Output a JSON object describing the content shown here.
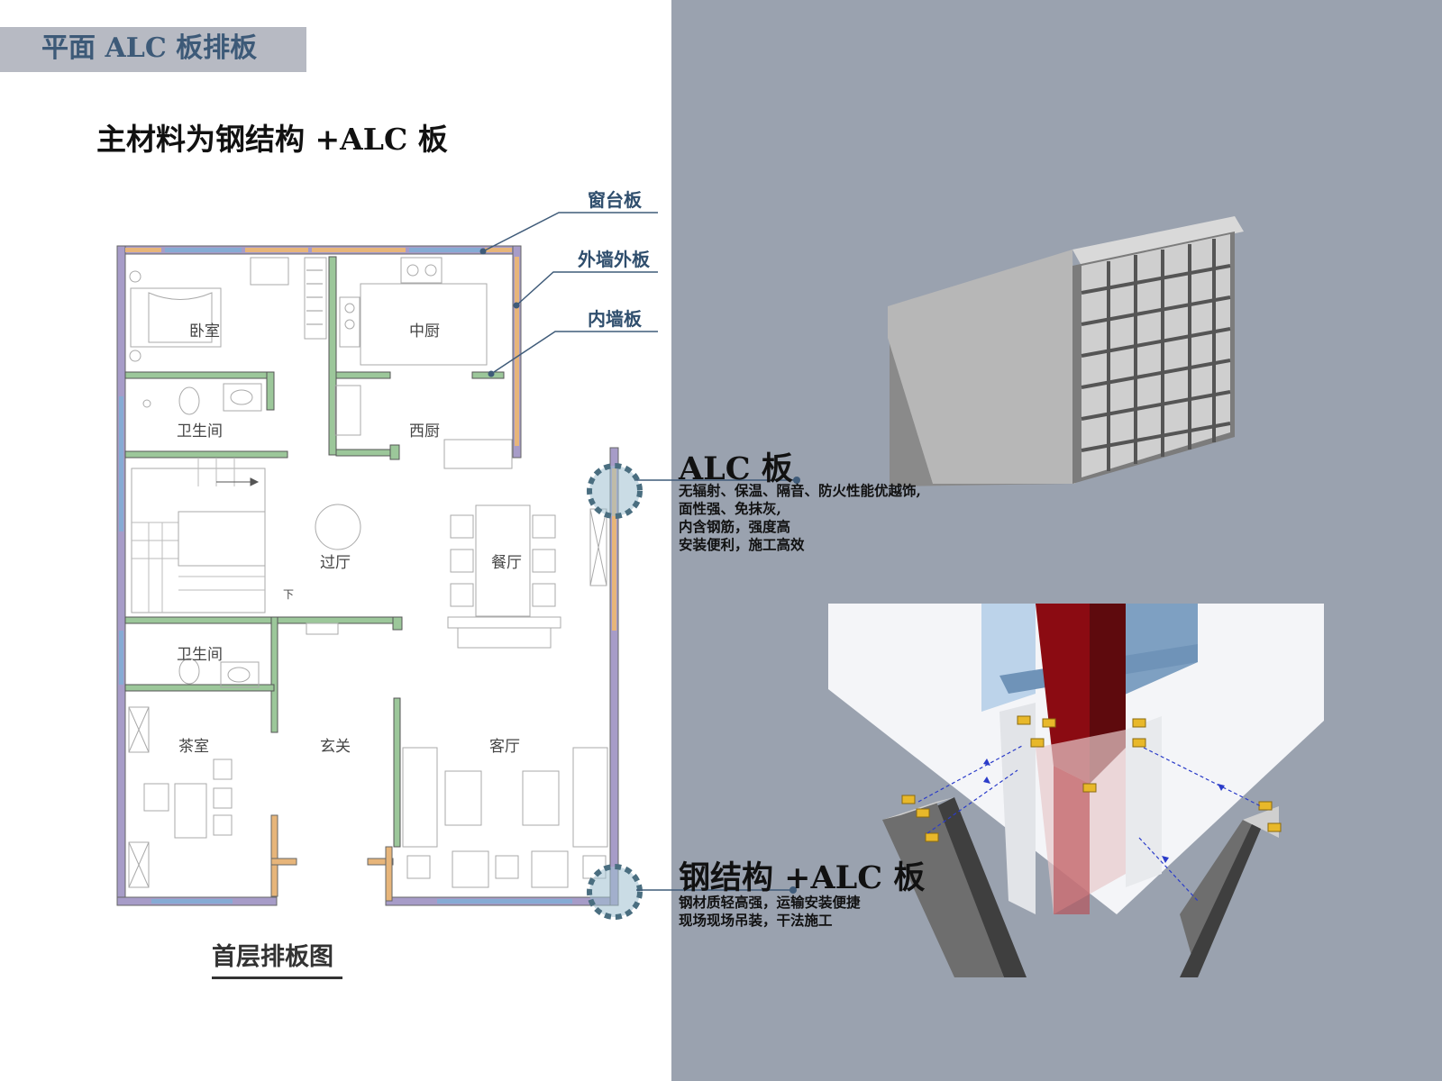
{
  "header": {
    "title": "平面 ALC 板排板"
  },
  "subtitle": "主材料为钢结构 +ALC 板",
  "annotations": {
    "window_sill": "窗台板",
    "exterior_outer": "外墙外板",
    "interior_wall": "内墙板"
  },
  "rooms": {
    "bedroom": "卧室",
    "chinese_kitchen": "中厨",
    "bathroom_1": "卫生间",
    "western_kitchen": "西厨",
    "hall": "过厅",
    "dining": "餐厅",
    "bathroom_2": "卫生间",
    "tea_room": "茶室",
    "foyer": "玄关",
    "living": "客厅",
    "stair_down": "下"
  },
  "plan_caption": "首层排板图",
  "alc": {
    "heading": "ALC 板",
    "lines": [
      "无辐射、保温、隔音、防火性能优越饰,",
      "面性强、免抹灰,",
      "内含钢筋，强度高",
      "安装便利，施工高效"
    ]
  },
  "steel": {
    "heading": "钢结构 +ALC 板",
    "lines": [
      "钢材质轻高强，运输安装便捷",
      "现场现场吊装，干法施工"
    ]
  },
  "colors": {
    "right_panel": "#9aa2af",
    "header_tab": "#b7bac3",
    "title_blue": "#3d5a78",
    "outer_wall": "#a79cc8",
    "inner_wall": "#9cc79a",
    "window_sill": "#86abd4",
    "steel_column": "#a00d14",
    "clip": "#e8b82a"
  }
}
